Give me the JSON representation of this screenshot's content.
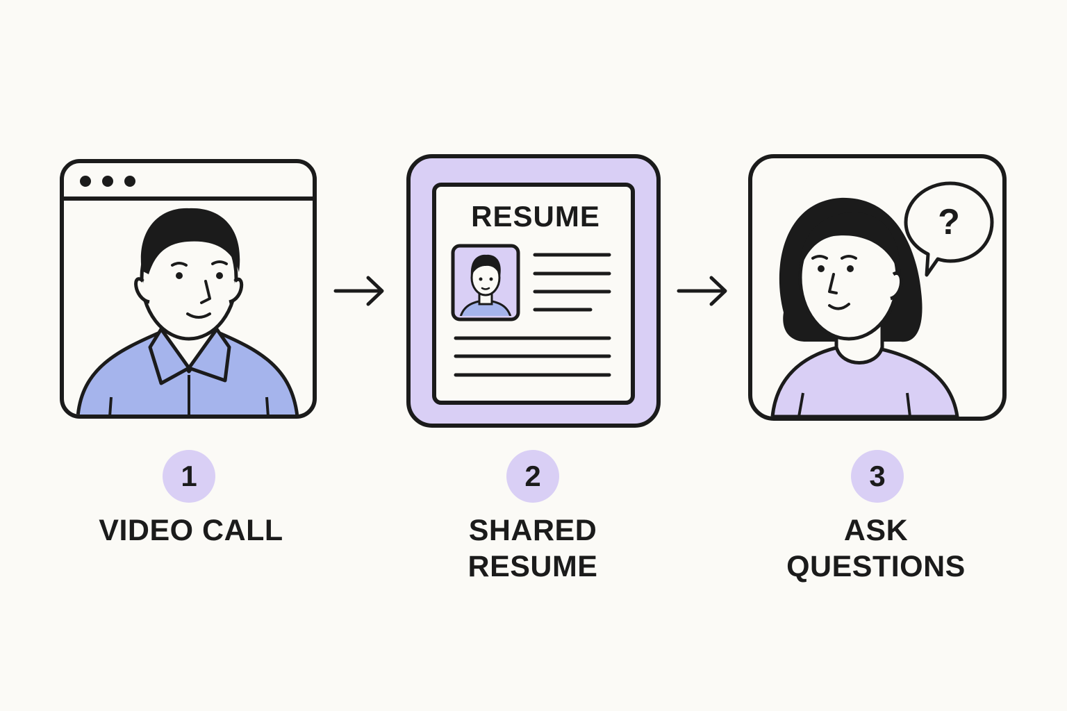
{
  "steps": [
    {
      "number": "1",
      "title_lines": [
        "VIDEO CALL"
      ],
      "icon": "video-call-person-icon"
    },
    {
      "number": "2",
      "title_lines": [
        "SHARED",
        "RESUME"
      ],
      "icon": "resume-document-icon"
    },
    {
      "number": "3",
      "title_lines": [
        "ASK",
        "QUESTIONS"
      ],
      "icon": "person-question-icon"
    }
  ],
  "resume": {
    "heading": "RESUME"
  },
  "speech_bubble": {
    "symbol": "?"
  },
  "colors": {
    "background": "#fbfaf6",
    "stroke": "#1b1b1b",
    "shirt_blue": "#a5b4ec",
    "lavender": "#d9cff5",
    "light_lavender": "#e3dafa"
  }
}
